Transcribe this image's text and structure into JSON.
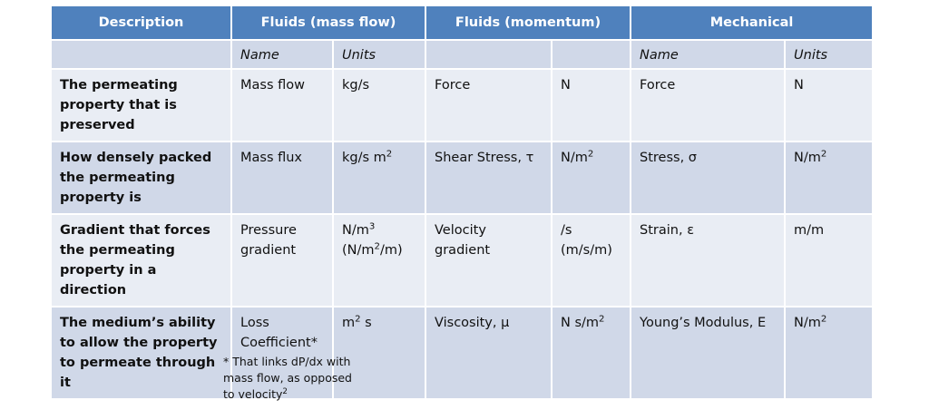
{
  "headers": {
    "description": "Description",
    "fluids_mass": "Fluids (mass flow)",
    "fluids_momentum": "Fluids (momentum)",
    "mechanical": "Mechanical"
  },
  "subheaders": {
    "name1": "Name",
    "units1": "Units",
    "name3": "Name",
    "units3": "Units"
  },
  "rows": [
    {
      "description": "The permeating property that is preserved",
      "mass_name": "Mass flow",
      "mass_units": "kg/s",
      "mom_name": "Force",
      "mom_units": "N",
      "mech_name": "Force",
      "mech_units": "N"
    },
    {
      "description": "How densely packed the permeating property is",
      "mass_name": "Mass flux",
      "mass_units_pre": "kg/s m",
      "mass_units_sup": "2",
      "mom_name": "Shear Stress, τ",
      "mom_units_pre": "N/m",
      "mom_units_sup": "2",
      "mech_name": "Stress, σ",
      "mech_units_pre": "N/m",
      "mech_units_sup": "2"
    },
    {
      "description": "Gradient that forces the permeating property in a direction",
      "mass_name_line1": "Pressure",
      "mass_name_line2": "gradient",
      "mass_units_line1_pre": "N/m",
      "mass_units_line1_sup": "3",
      "mass_units_line2_pre": "(N/m",
      "mass_units_line2_sup": "2",
      "mass_units_line2_post": "/m)",
      "mom_name_line1": "Velocity",
      "mom_name_line2": "gradient",
      "mom_units_line1": "/s",
      "mom_units_line2": "(m/s/m)",
      "mech_name": "Strain, ε",
      "mech_units": "m/m"
    },
    {
      "description": "The medium’s ability to allow the property to permeate through it",
      "mass_name_line1": "Loss",
      "mass_name_line2": "Coefficient*",
      "mass_units_pre": "m",
      "mass_units_sup": "2",
      "mass_units_post": " s",
      "mom_name": "Viscosity, μ",
      "mom_units_pre": "N s/m",
      "mom_units_sup": "2",
      "mech_name": "Young’s Modulus, E",
      "mech_units_pre": "N/m",
      "mech_units_sup": "2"
    }
  ],
  "footnote": {
    "line1": "* That links dP/dx with",
    "line2": "mass flow, as opposed",
    "line3": "to velocity",
    "line3_sup": "2"
  }
}
